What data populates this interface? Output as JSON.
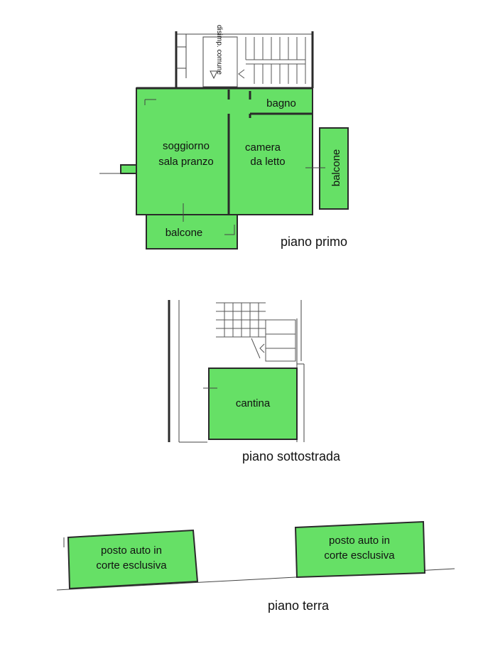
{
  "colors": {
    "room_fill": "#66e066",
    "wall": "#2a2a2a",
    "background": "#ffffff"
  },
  "piano_primo": {
    "common_area": "disimp. comune",
    "rooms": {
      "soggiorno_1": "soggiorno",
      "soggiorno_2": "sala pranzo",
      "camera_1": "camera",
      "camera_2": "da letto",
      "bagno": "bagno",
      "balcone_bottom": "balcone",
      "balcone_right": "balcone"
    },
    "floor_label": "piano primo"
  },
  "piano_sottostrada": {
    "rooms": {
      "cantina": "cantina"
    },
    "floor_label": "piano sottostrada"
  },
  "piano_terra": {
    "parking_left_1": "posto auto in",
    "parking_left_2": "corte esclusiva",
    "parking_right_1": "posto auto in",
    "parking_right_2": "corte esclusiva",
    "floor_label": "piano terra"
  }
}
